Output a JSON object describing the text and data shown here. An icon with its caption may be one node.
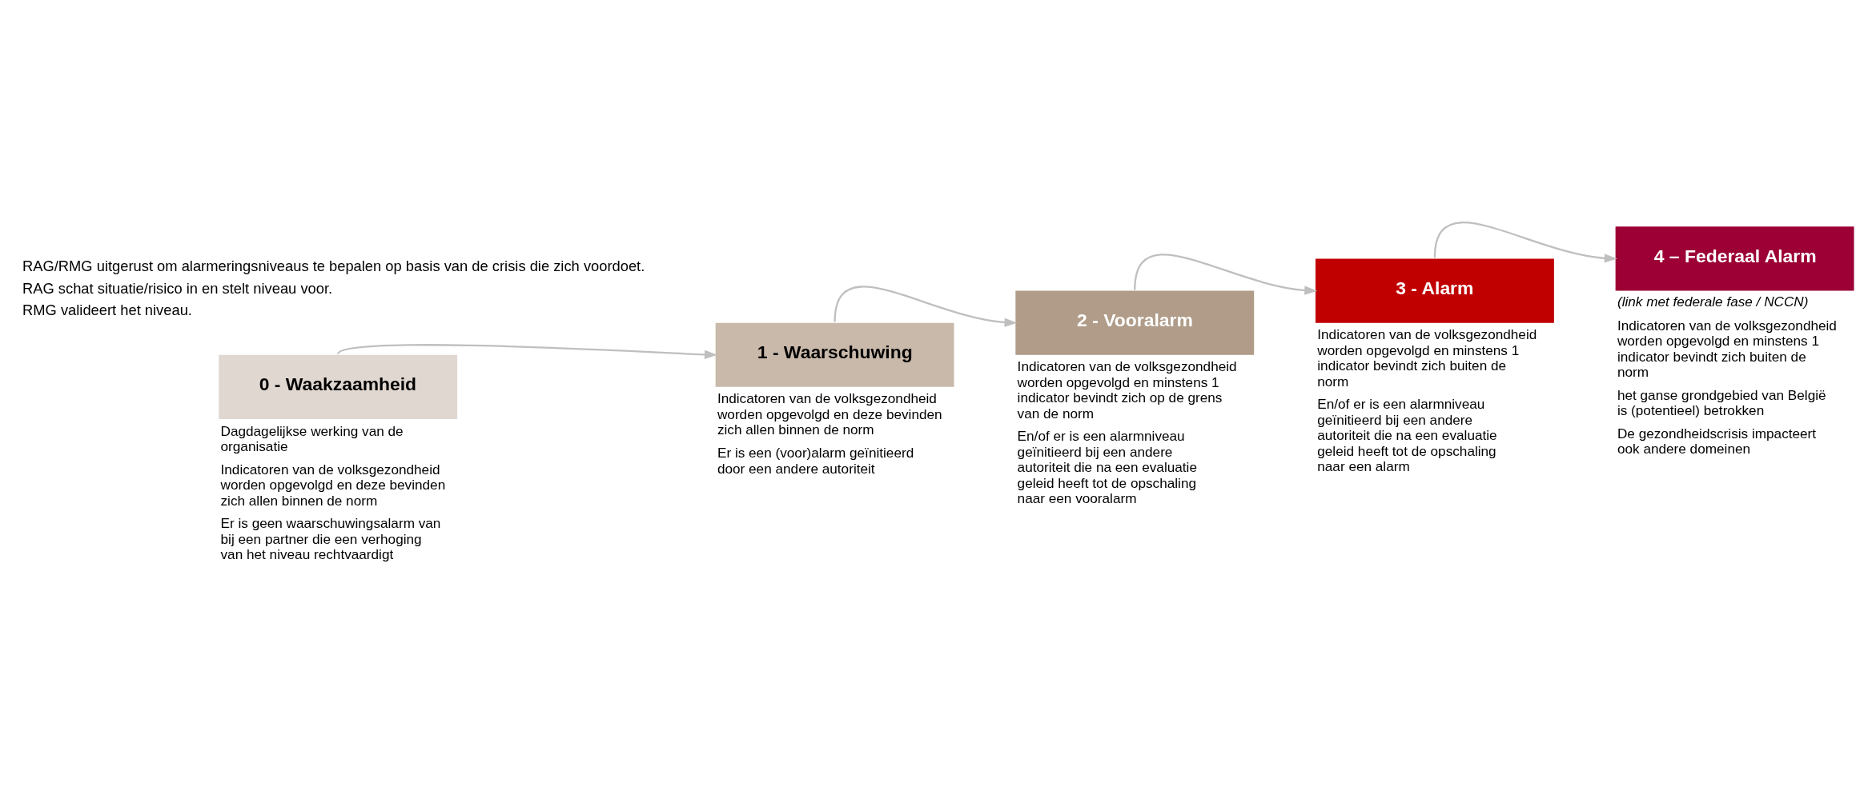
{
  "diagram": {
    "nodes": [
      {
        "text": [
          "0 - Waakzaamheid"
        ],
        "beside": [
          "Dagdagelijkse werking van de organisatie",
          "Indicatoren van de volksgezondheid worden opgevolgd en deze bevinden zich allen binnen de norm",
          "Er is geen waarschuwingsalarm van bij een partner die een verhoging van het niveau rechtvaardigt"
        ]
      },
      {
        "text": [
          "1 - Waarschuwing"
        ],
        "beside": [
          "Indicatoren van de volksgezondheid worden opgevolgd en deze bevinden zich allen binnen de norm",
          "Er is een (voor)alarm geïnitieerd door een andere autoriteit"
        ]
      },
      {
        "text": [
          "2 - Vooralarm"
        ],
        "beside": [
          "Indicatoren van de volksgezondheid worden opgevolgd en minstens 1 indicator bevindt zich op de grens van de norm",
          "En/of er is een alarmniveau geïnitieerd bij een andere autoriteit die na een evaluatie geleid heeft tot de opschaling naar een vooralarm"
        ]
      },
      {
        "text": [
          "3 - Alarm"
        ],
        "beside": [
          "Indicatoren van de volksgezondheid worden opgevolgd en minstens 1 indicator bevindt zich buiten de norm",
          "En/of er is een alarmniveau geïnitieerd bij een andere autoriteit die na een evaluatie geleid heeft tot de opschaling naar een alarm"
        ]
      },
      {
        "text": [
          "4 – Federaal Alarm"
        ],
        "beside": [
          "(link met federale fase / NCCN)",
          "Indicatoren van de volksgezondheid worden opgevolgd en minstens 1 indicator bevindt zich buiten de norm",
          "het ganse grondgebied van België is (potentieel) betrokken",
          "De gezondheidscrisis impacteert ook andere domeinen"
        ]
      }
    ],
    "edges": [
      {
        "from": 0,
        "to": 1,
        "arrow": "to"
      },
      {
        "from": 1,
        "to": 2,
        "arrow": "to"
      },
      {
        "from": 2,
        "to": 3,
        "arrow": "to"
      },
      {
        "from": 3,
        "to": 4,
        "arrow": "to"
      }
    ],
    "labels": [
      "RAG/RMG uitgerust om alarmeringsniveaus te bepalen op basis van de crisis die zich voordoet.",
      "RAG schat situatie/risico in en stelt niveau voor.",
      "RMG valideert het niveau."
    ]
  }
}
